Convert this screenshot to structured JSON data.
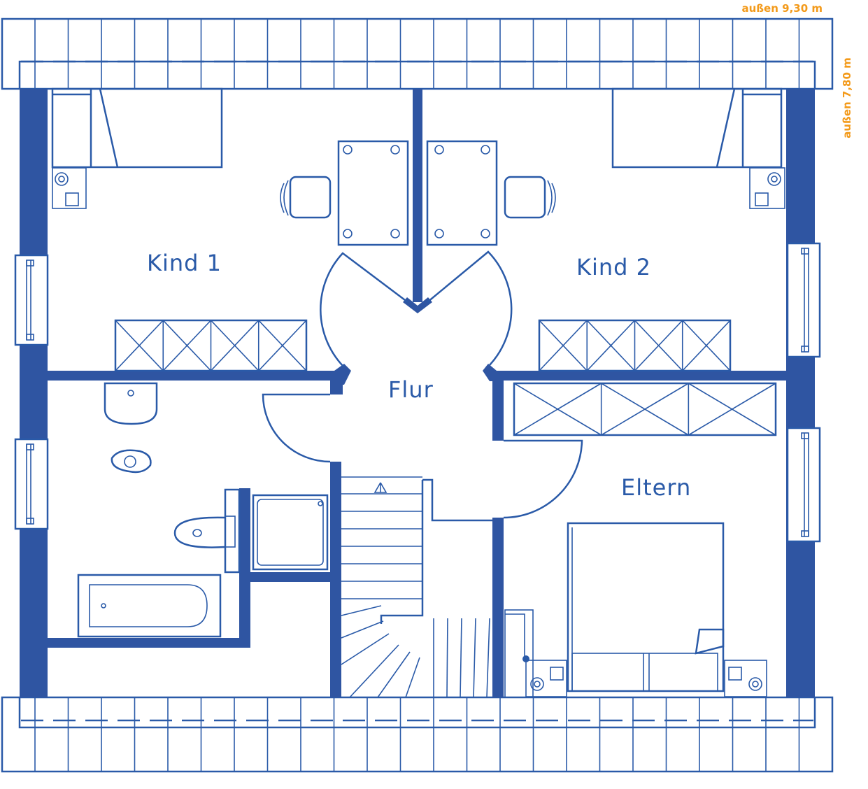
{
  "rooms": {
    "kind1": "Kind  1",
    "kind2": "Kind  2",
    "flur": "Flur",
    "eltern": "Eltern"
  },
  "dimensions": {
    "width": "außen 9,30 m",
    "depth": "außen 7,80 m"
  },
  "colors": {
    "line": "#2a5aa8",
    "wall": "#2f55a2",
    "dimension": "#f39a1a",
    "background": "#ffffff"
  }
}
